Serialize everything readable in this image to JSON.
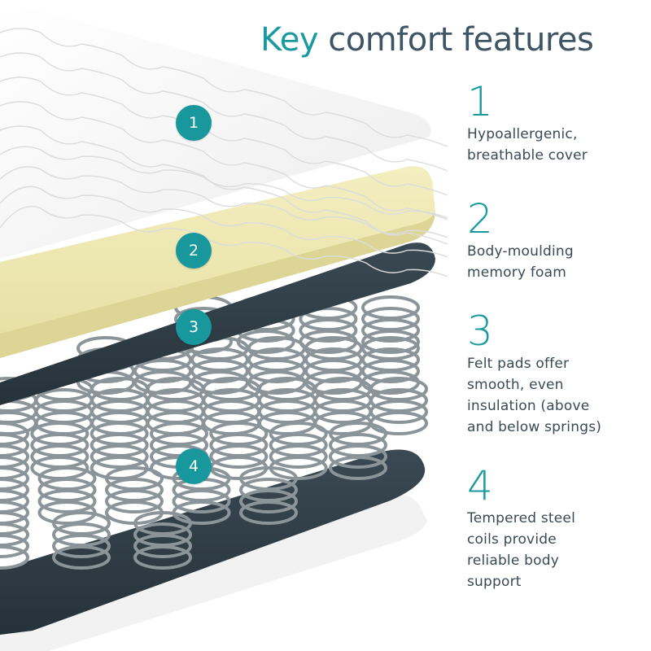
{
  "header": {
    "title_accent": "Key",
    "title_rest": "comfort features"
  },
  "features": [
    {
      "number": "1",
      "text": "Hypoallergenic,\nbreathable cover"
    },
    {
      "number": "2",
      "text": "Body-moulding\nmemory foam"
    },
    {
      "number": "3",
      "text": "Felt pads offer\nsmooth, even\ninsulation (above\nand below springs)"
    },
    {
      "number": "4",
      "text": "Tempered steel\ncoils provide\nreliable body\nsupport"
    }
  ],
  "badges": [
    "1",
    "2",
    "3",
    "4"
  ],
  "colors": {
    "accent": "#1a9aa0",
    "text": "#3a4a55",
    "cover": "#f4f4f4",
    "foam": "#ede7b3",
    "felt": "#2e3c45",
    "coil": "#8a9499"
  }
}
